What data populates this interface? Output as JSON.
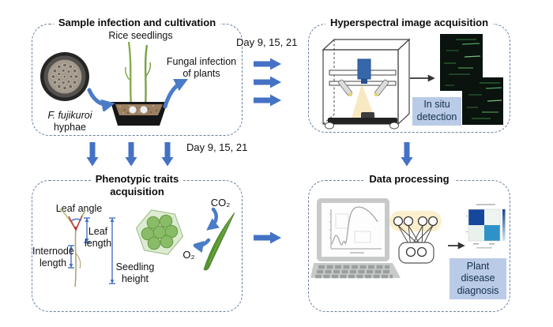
{
  "colors": {
    "accent_blue": "#4472c4",
    "curved_arrow_blue": "#4a7cc7",
    "panel_border": "#68809f",
    "label_box_bg": "#b9cbe6",
    "matrix_dark": "#15489b",
    "matrix_mid": "#2e92c9",
    "nn_highlight": "#fcefcd"
  },
  "p1": {
    "title": "Sample infection and cultivation",
    "rice": "Rice seedlings",
    "fungal1": "Fungal infection",
    "fungal2": "of plants",
    "dish1": "F. fujikuroi",
    "dish2": "hyphae"
  },
  "p2": {
    "title": "Hyperspectral image acquisition",
    "insitu1": "In situ",
    "insitu2": "detection"
  },
  "p3": {
    "title1": "Phenotypic traits",
    "title2": "acquisition",
    "leaf_angle": "Leaf angle",
    "leaf1": "Leaf",
    "leaf2": "length",
    "inter1": "Internode",
    "inter2": "length",
    "seed1": "Seedling",
    "seed2": "height",
    "co2": "CO₂",
    "o2": "O₂"
  },
  "p4": {
    "title": "Data processing",
    "diag1": "Plant",
    "diag2": "disease",
    "diag3": "diagnosis"
  },
  "conn": {
    "day_top": "Day 9, 15, 21",
    "day_left": "Day 9, 15, 21"
  }
}
